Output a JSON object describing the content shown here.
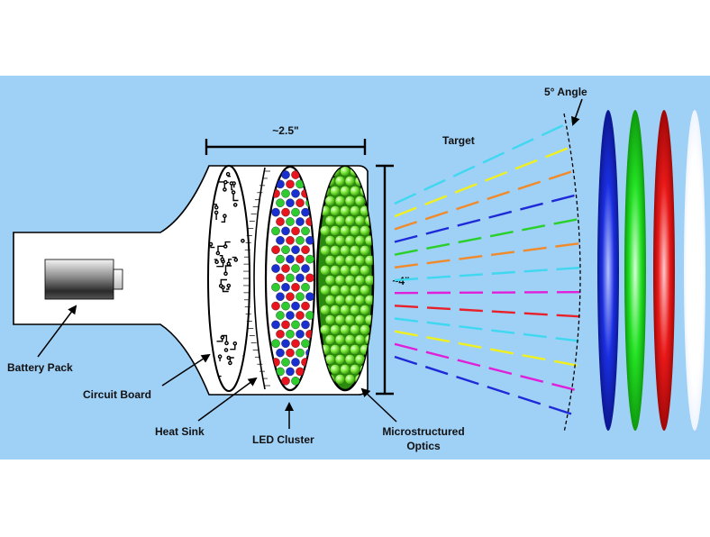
{
  "labels": {
    "width_dimension": "~2.5\"",
    "height_dimension": "~4\"",
    "target": "Target",
    "angle": "5° Angle",
    "battery_pack": "Battery Pack",
    "circuit_board": "Circuit Board",
    "heat_sink": "Heat Sink",
    "led_cluster": "LED Cluster",
    "optics_line1": "Microstructured",
    "optics_line2": "Optics"
  },
  "colors": {
    "background": "#9fd0f6",
    "led_red": "#e8141e",
    "led_green": "#2ecc2e",
    "led_blue": "#1a2fd0",
    "optic_green": "#7dea3c",
    "beam_cyan": "#3fd8f0",
    "beam_yellow": "#f0f020",
    "beam_orange": "#f08a2a",
    "beam_blue": "#1e2ad8",
    "beam_green": "#2ad02a",
    "beam_magenta": "#e020d8",
    "beam_red": "#e8202a",
    "target_blue": "#1a2ee0",
    "target_green": "#22e022",
    "target_red": "#e81818",
    "target_white": "#ffffff"
  },
  "beam_colors": [
    "beam_cyan",
    "beam_yellow",
    "beam_orange",
    "beam_blue",
    "beam_green",
    "beam_orange",
    "beam_cyan",
    "beam_magenta",
    "beam_red",
    "beam_cyan",
    "beam_yellow",
    "beam_magenta",
    "beam_blue"
  ],
  "target_colors": [
    "target_blue",
    "target_green",
    "target_red",
    "target_white"
  ]
}
